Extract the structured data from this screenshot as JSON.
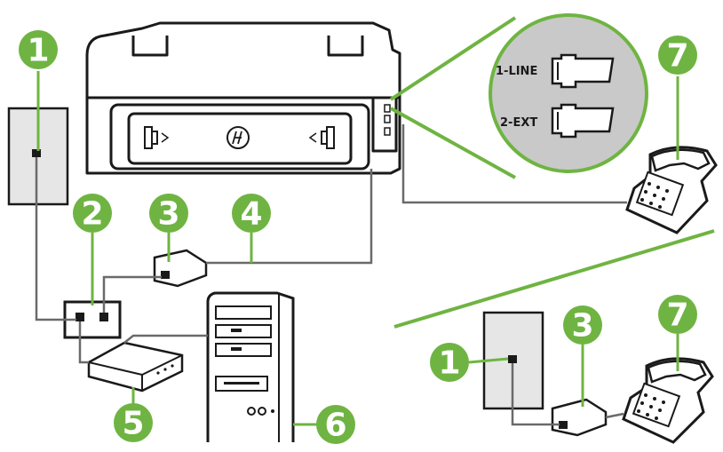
{
  "callouts": {
    "wall_jack_top": "1",
    "splitter": "2",
    "filter_top": "3",
    "phone_cord": "4",
    "modem": "5",
    "computer": "6",
    "phone_top": "7",
    "wall_jack_bottom": "1",
    "filter_bottom": "3",
    "phone_bottom": "7"
  },
  "ports": {
    "line": "1-LINE",
    "ext": "2-EXT"
  },
  "colors": {
    "callout": "#6fb442",
    "divider": "#6fb442",
    "cord": "#6a6a6a"
  }
}
